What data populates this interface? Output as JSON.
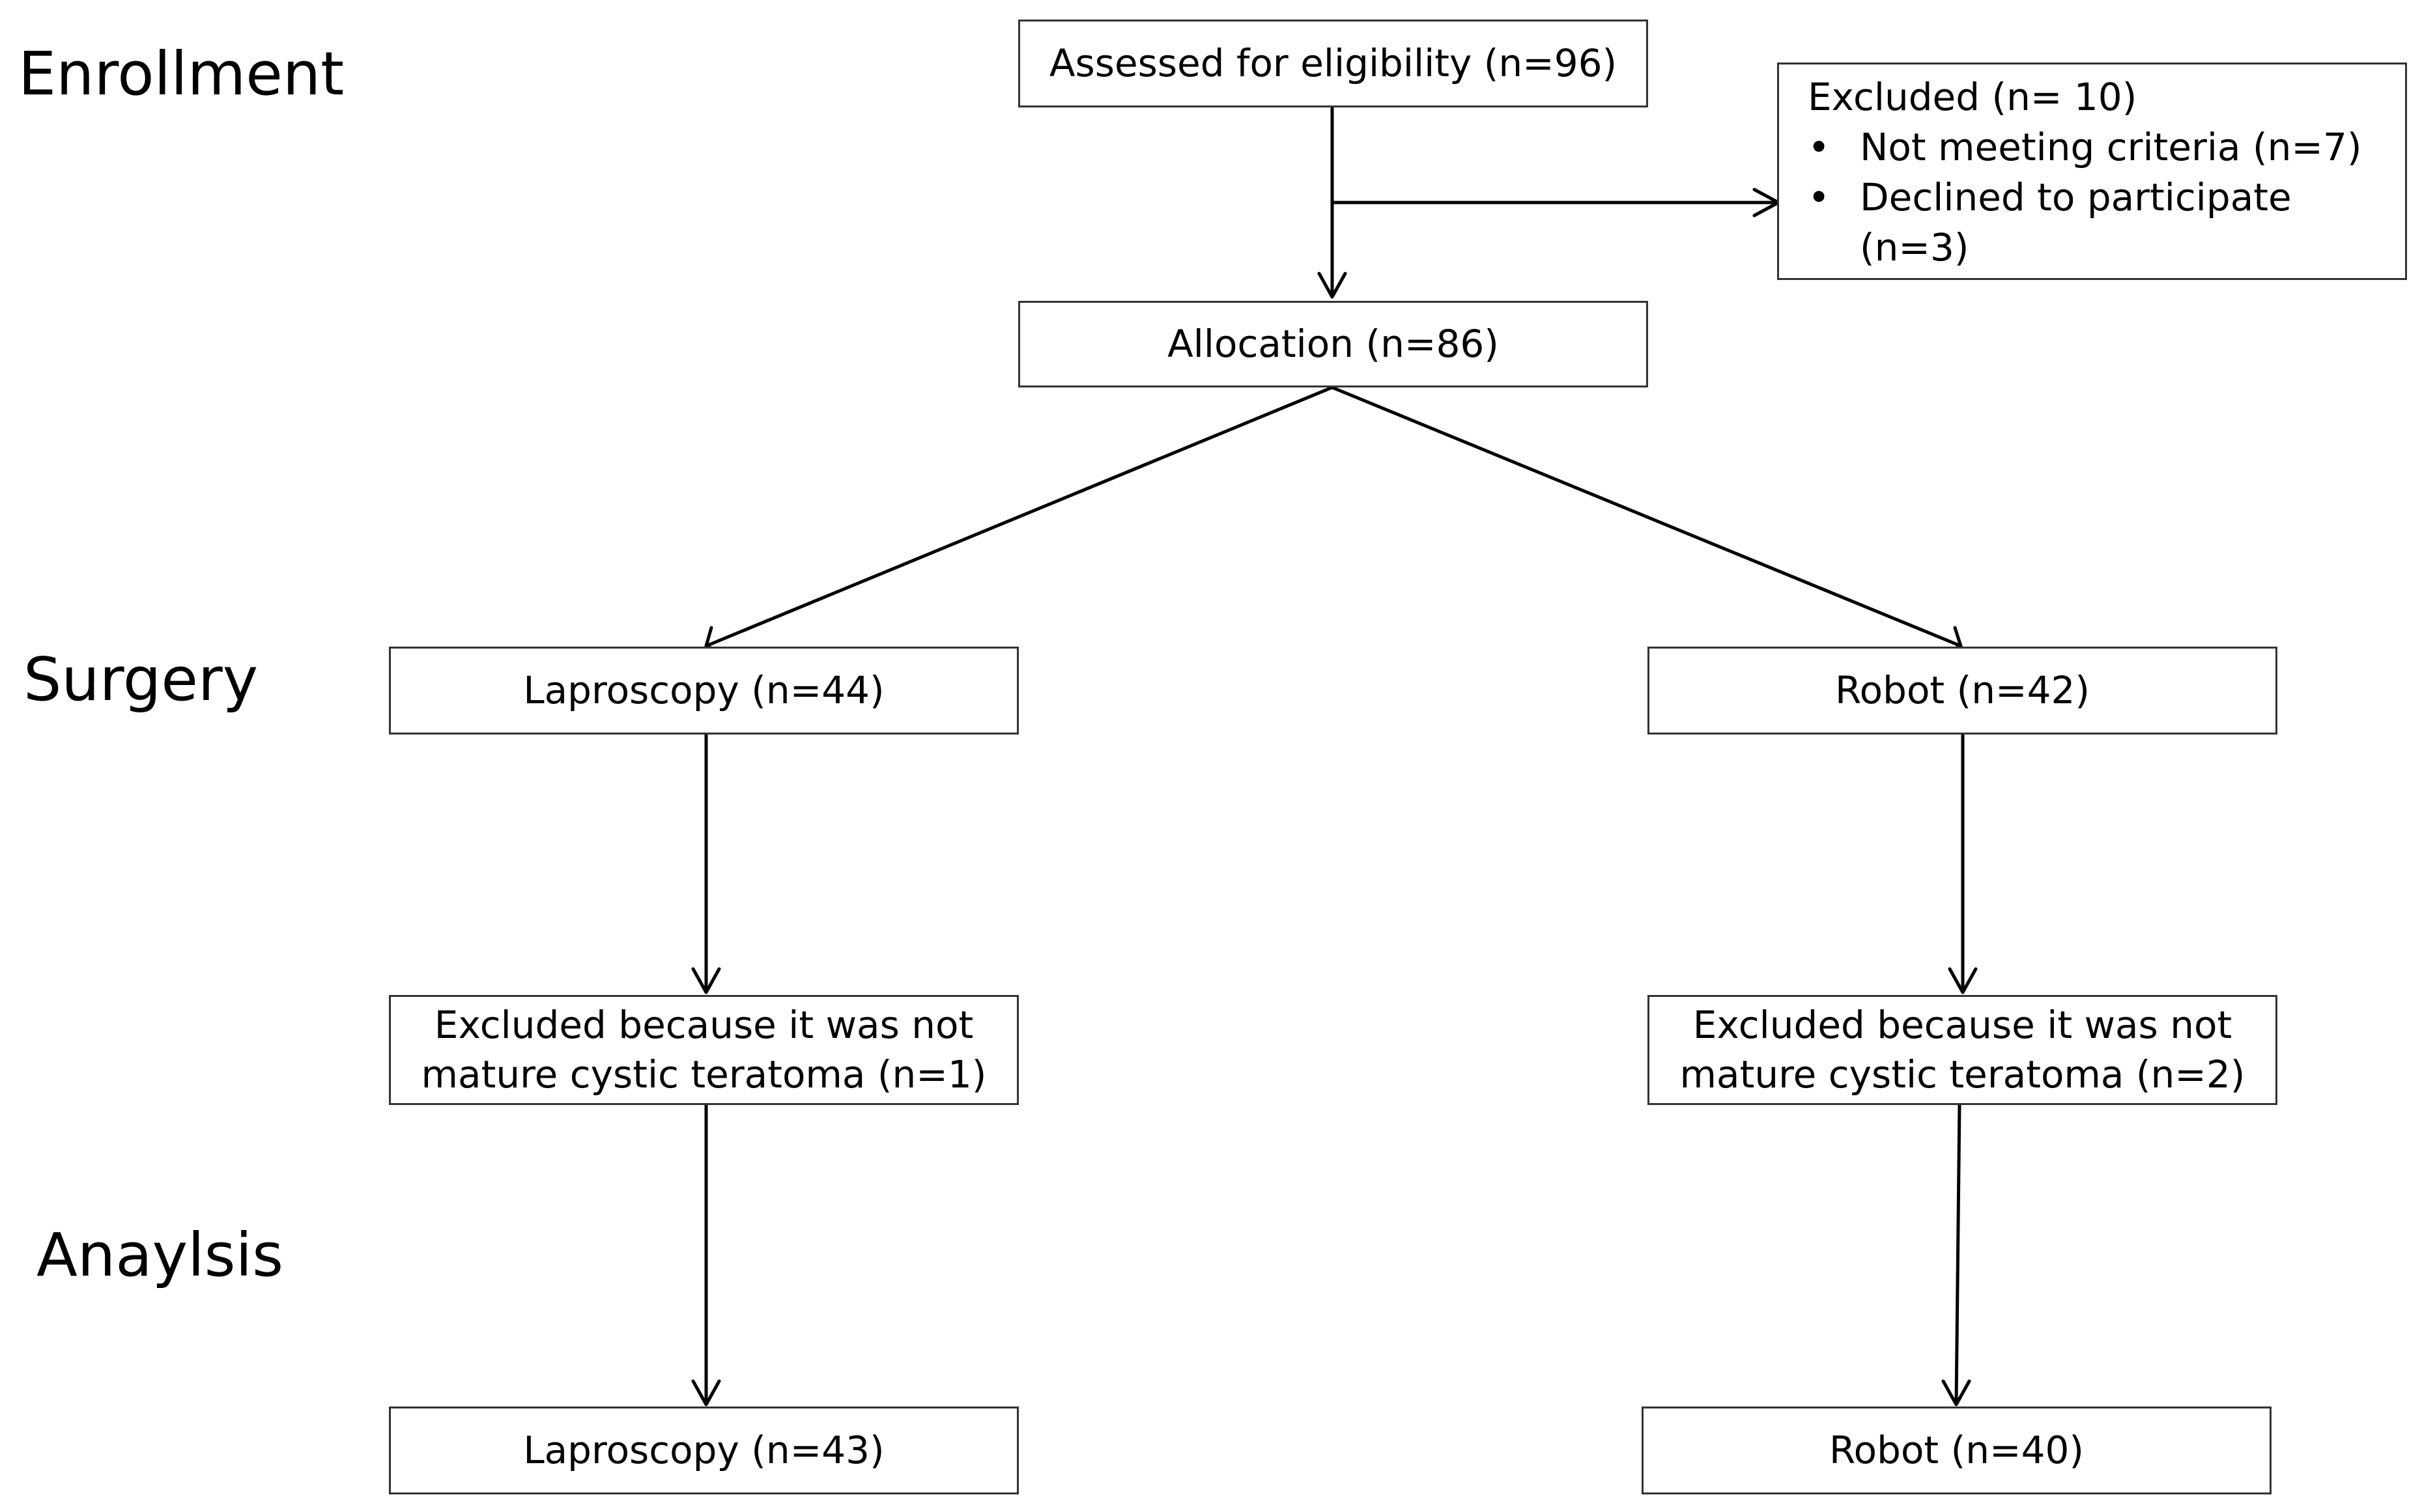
{
  "stages": {
    "enrollment": "Enrollment",
    "surgery": "Surgery",
    "analysis": "Anaylsis"
  },
  "boxes": {
    "assessed": "Assessed for eligibility  (n=96)",
    "excluded": {
      "title": "Excluded  (n= 10)",
      "items": [
        {
          "bullet": "•",
          "lines": [
            "Not meeting criteria (n=7)"
          ]
        },
        {
          "bullet": "•",
          "lines": [
            "Declined to participate",
            "(n=3)"
          ]
        }
      ]
    },
    "allocation": "Allocation  (n=86)",
    "laparoscopy_surgery": "Laproscopy (n=44)",
    "robot_surgery": "Robot  (n=42)",
    "laparoscopy_excluded": [
      "Excluded  because it was not",
      "mature cystic teratoma (n=1)"
    ],
    "robot_excluded": [
      "Excluded  because it was not",
      "mature cystic teratoma (n=2)"
    ],
    "laparoscopy_analysis": "Laproscopy (n=43)",
    "robot_analysis": "Robot  (n=40)"
  }
}
